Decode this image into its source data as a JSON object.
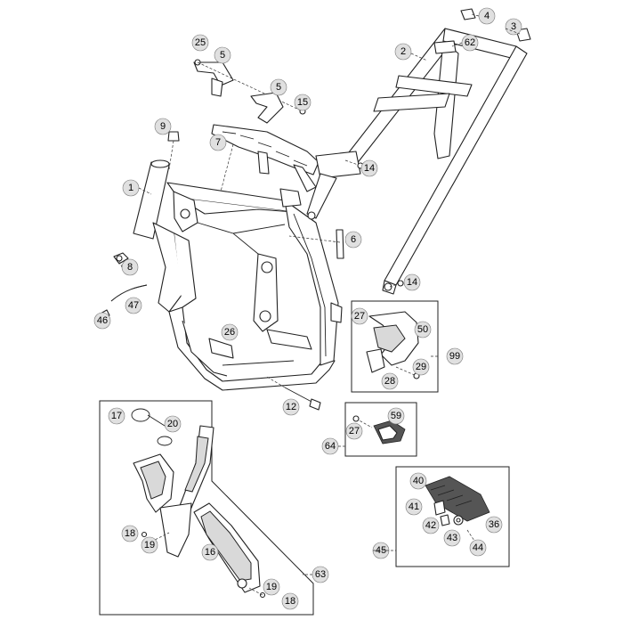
{
  "diagram": {
    "callouts": [
      {
        "label": "1"
      },
      {
        "label": "2"
      },
      {
        "label": "3"
      },
      {
        "label": "4"
      },
      {
        "label": "5"
      },
      {
        "label": "5"
      },
      {
        "label": "6"
      },
      {
        "label": "7"
      },
      {
        "label": "8"
      },
      {
        "label": "9"
      },
      {
        "label": "12"
      },
      {
        "label": "14"
      },
      {
        "label": "14"
      },
      {
        "label": "15"
      },
      {
        "label": "16"
      },
      {
        "label": "17"
      },
      {
        "label": "18"
      },
      {
        "label": "18"
      },
      {
        "label": "19"
      },
      {
        "label": "19"
      },
      {
        "label": "20"
      },
      {
        "label": "25"
      },
      {
        "label": "26"
      },
      {
        "label": "27"
      },
      {
        "label": "27"
      },
      {
        "label": "28"
      },
      {
        "label": "29"
      },
      {
        "label": "36"
      },
      {
        "label": "40"
      },
      {
        "label": "41"
      },
      {
        "label": "42"
      },
      {
        "label": "43"
      },
      {
        "label": "44"
      },
      {
        "label": "45"
      },
      {
        "label": "46"
      },
      {
        "label": "47"
      },
      {
        "label": "50"
      },
      {
        "label": "59"
      },
      {
        "label": "62"
      },
      {
        "label": "63"
      },
      {
        "label": "64"
      },
      {
        "label": "99"
      }
    ]
  }
}
